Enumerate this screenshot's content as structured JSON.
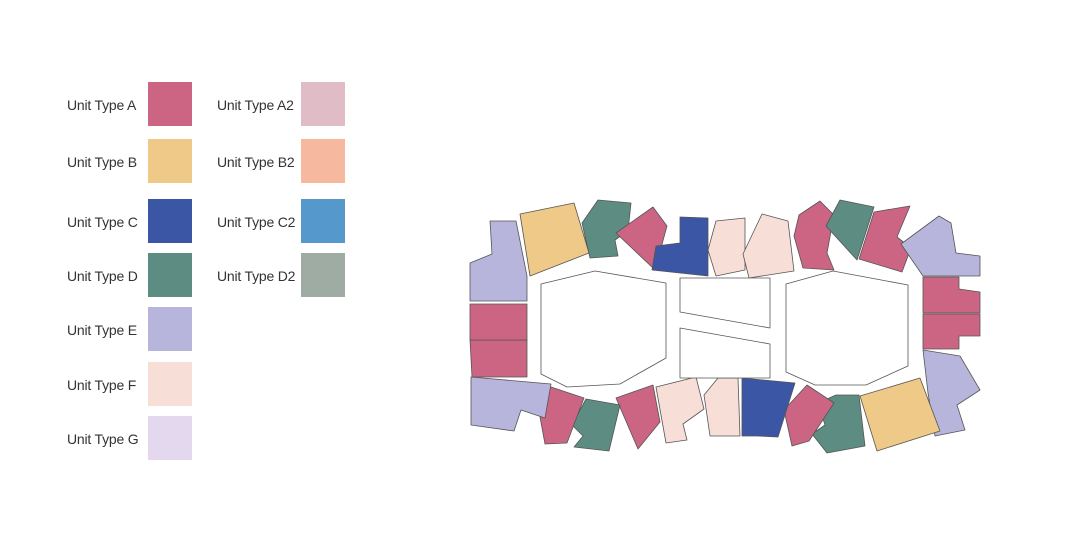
{
  "legend": {
    "col1": [
      {
        "label": "Unit Type A",
        "color": "#cc6484"
      },
      {
        "label": "Unit Type B",
        "color": "#eec987"
      },
      {
        "label": "Unit Type C",
        "color": "#3a56a5"
      },
      {
        "label": "Unit Type D",
        "color": "#5c8c82"
      },
      {
        "label": "Unit Type E",
        "color": "#b8b5dc"
      },
      {
        "label": "Unit Type F",
        "color": "#f7ded6"
      },
      {
        "label": "Unit Type G",
        "color": "#e4d8ee"
      }
    ],
    "col2": [
      {
        "label": "Unit Type A2",
        "color": "#e0bcc6"
      },
      {
        "label": "Unit Type B2",
        "color": "#f6b9a0"
      },
      {
        "label": "Unit Type C2",
        "color": "#5598cc"
      },
      {
        "label": "Unit Type D2",
        "color": "#9eaca3"
      }
    ]
  },
  "floorplan": {
    "units": [
      {
        "type": "E"
      },
      {
        "type": "B"
      },
      {
        "type": "D"
      },
      {
        "type": "A"
      },
      {
        "type": "C"
      },
      {
        "type": "F"
      },
      {
        "type": "F"
      },
      {
        "type": "A"
      },
      {
        "type": "D"
      },
      {
        "type": "A"
      },
      {
        "type": "E"
      },
      {
        "type": "A"
      },
      {
        "type": "A"
      },
      {
        "type": "E"
      },
      {
        "type": "B"
      },
      {
        "type": "D"
      },
      {
        "type": "A"
      },
      {
        "type": "C"
      },
      {
        "type": "F"
      },
      {
        "type": "F"
      },
      {
        "type": "A"
      },
      {
        "type": "D"
      },
      {
        "type": "A"
      },
      {
        "type": "E"
      },
      {
        "type": "A"
      },
      {
        "type": "A"
      }
    ]
  }
}
